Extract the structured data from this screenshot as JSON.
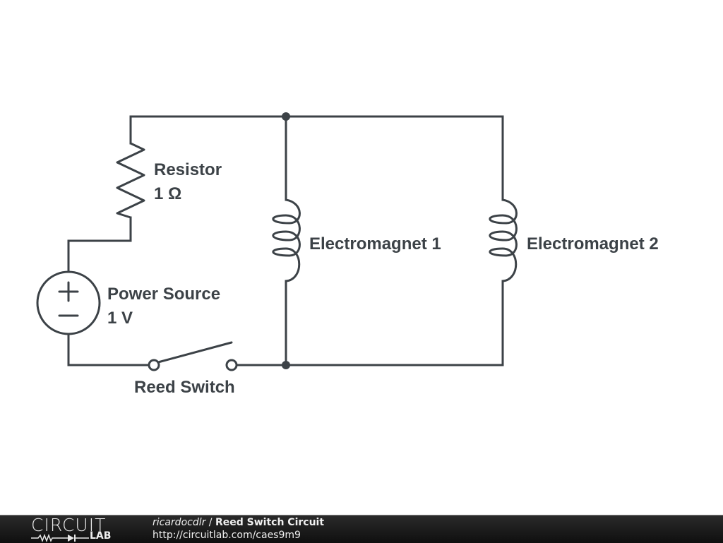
{
  "schematic": {
    "components": {
      "resistor": {
        "name": "Resistor",
        "value": "1 Ω"
      },
      "power_source": {
        "name": "Power Source",
        "value": "1 V",
        "plus_symbol": "+",
        "minus_symbol": "−"
      },
      "reed_switch": {
        "name": "Reed Switch"
      },
      "electromagnet_1": {
        "name": "Electromagnet 1"
      },
      "electromagnet_2": {
        "name": "Electromagnet 2"
      }
    }
  },
  "footer": {
    "logo_top": "CIRCUIT",
    "logo_bottom": "LAB",
    "author": "ricardocdlr",
    "separator": " / ",
    "circuit_title": "Reed Switch Circuit",
    "url": "http://circuitlab.com/caes9m9"
  }
}
